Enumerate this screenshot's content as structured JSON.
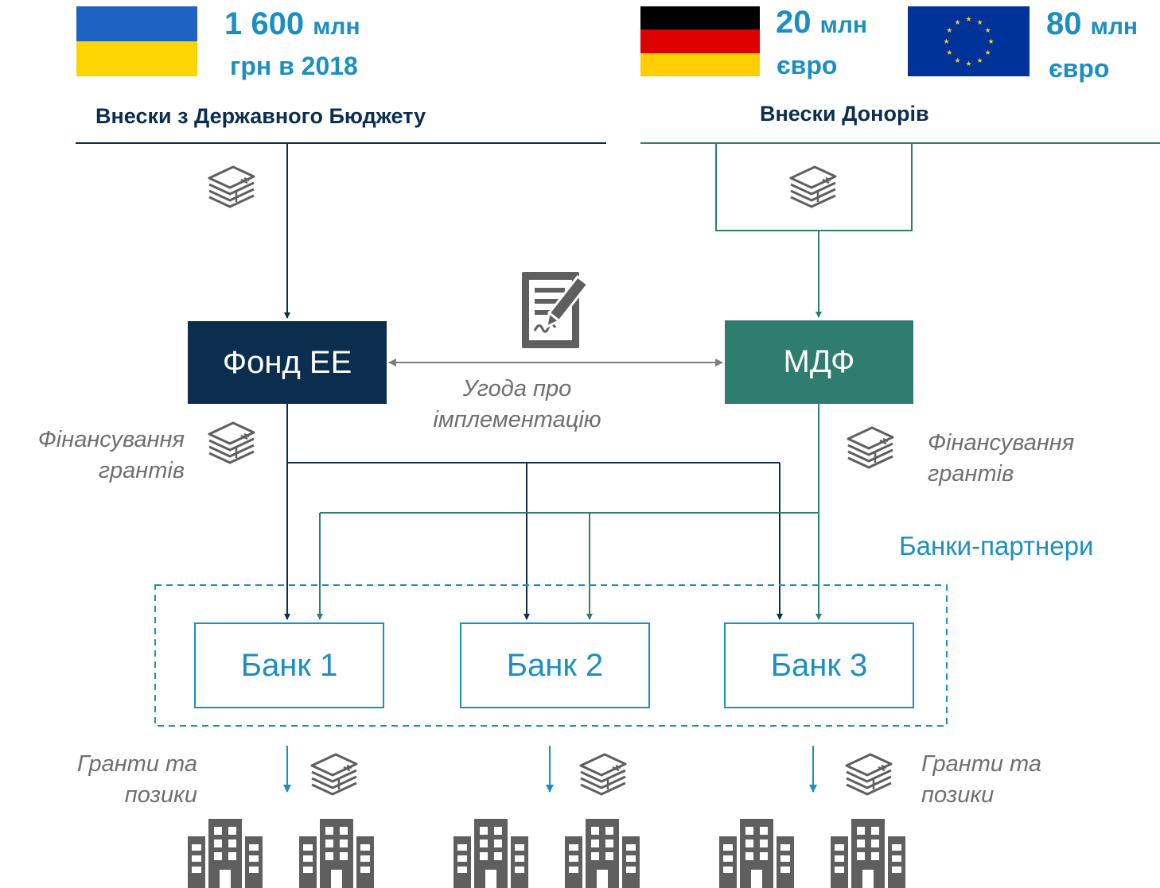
{
  "budget": {
    "amount": "1 600",
    "unit": "млн",
    "line2": "грн в 2018",
    "title": "Внески з Державного Бюджету"
  },
  "donors": {
    "germany_amount": "20",
    "germany_unit": "млн",
    "germany_line2": "євро",
    "eu_amount": "80",
    "eu_unit": "млн",
    "eu_line2": "євро",
    "title": "Внески Донорів"
  },
  "nodes": {
    "fund": "Фонд ЕЕ",
    "mdf": "МДФ"
  },
  "agreement": {
    "line1": "Угода про",
    "line2": "імплементацію"
  },
  "funding_left": {
    "line1": "Фінансування",
    "line2": "грантів"
  },
  "funding_right": {
    "line1": "Фінансування",
    "line2": "грантів"
  },
  "partners_label": "Банки-партнери",
  "banks": [
    "Банк 1",
    "Банк 2",
    "Банк 3"
  ],
  "grants_left": {
    "line1": "Гранти та",
    "line2": "позики"
  },
  "grants_right": {
    "line1": "Гранти та",
    "line2": "позики"
  },
  "colors": {
    "fund": "#0b2e4f",
    "mdf": "#2e7d6e",
    "accent": "#1b8fc1",
    "icon": "#5f5f5f",
    "note": "#6f6f6f"
  },
  "icons": {
    "money": "money-stack-icon",
    "contract": "signed-contract-icon",
    "building": "office-building-icon",
    "flag_ukraine": "ukraine-flag",
    "flag_germany": "germany-flag",
    "flag_eu": "eu-flag"
  }
}
